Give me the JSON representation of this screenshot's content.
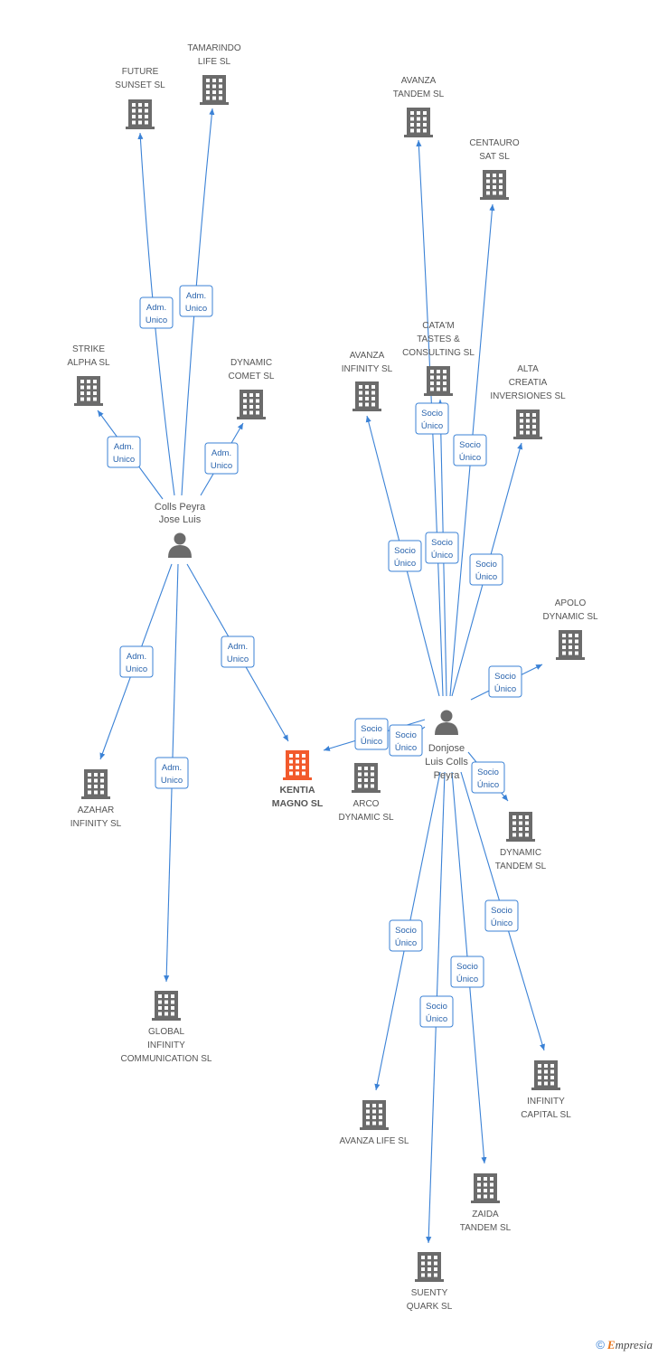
{
  "colors": {
    "edge": "#3b82d6",
    "company": "#6b6b6b",
    "focus": "#f25a2c",
    "person": "#6b6b6b"
  },
  "people": [
    {
      "id": "p1",
      "name": [
        "Colls Peyra",
        "Jose Luis"
      ]
    },
    {
      "id": "p2",
      "name": [
        "Donjose",
        "Luis Colls",
        "Peyra"
      ]
    }
  ],
  "companies": [
    {
      "id": "future",
      "name": [
        "FUTURE",
        "SUNSET SL"
      ]
    },
    {
      "id": "tamarindo",
      "name": [
        "TAMARINDO",
        "LIFE SL"
      ]
    },
    {
      "id": "strike",
      "name": [
        "STRIKE",
        "ALPHA SL"
      ]
    },
    {
      "id": "dyncomet",
      "name": [
        "DYNAMIC",
        "COMET SL"
      ]
    },
    {
      "id": "azahar",
      "name": [
        "AZAHAR",
        "INFINITY SL"
      ]
    },
    {
      "id": "kentia",
      "name": [
        "KENTIA",
        "MAGNO SL"
      ],
      "focus": true
    },
    {
      "id": "global",
      "name": [
        "GLOBAL",
        "INFINITY",
        "COMMUNICATION SL"
      ]
    },
    {
      "id": "avtandem",
      "name": [
        "AVANZA",
        "TANDEM SL"
      ]
    },
    {
      "id": "centauro",
      "name": [
        "CENTAURO",
        "SAT SL"
      ]
    },
    {
      "id": "catam",
      "name": [
        "CATA'M",
        "TASTES &",
        "CONSULTING  SL"
      ]
    },
    {
      "id": "avinfinity",
      "name": [
        "AVANZA",
        "INFINITY SL"
      ]
    },
    {
      "id": "alta",
      "name": [
        "ALTA",
        "CREATIA",
        "INVERSIONES SL"
      ]
    },
    {
      "id": "apolo",
      "name": [
        "APOLO",
        "DYNAMIC SL"
      ]
    },
    {
      "id": "arco",
      "name": [
        "ARCO",
        "DYNAMIC SL"
      ]
    },
    {
      "id": "dyntandem",
      "name": [
        "DYNAMIC",
        "TANDEM SL"
      ]
    },
    {
      "id": "avlife",
      "name": [
        "AVANZA LIFE SL"
      ]
    },
    {
      "id": "infcapital",
      "name": [
        "INFINITY",
        "CAPITAL SL"
      ]
    },
    {
      "id": "zaida",
      "name": [
        "ZAIDA",
        "TANDEM SL"
      ]
    },
    {
      "id": "suenty",
      "name": [
        "SUENTY",
        "QUARK SL"
      ]
    }
  ],
  "edges": [
    {
      "from": "p1",
      "to": "future",
      "label": [
        "Adm.",
        "Unico"
      ]
    },
    {
      "from": "p1",
      "to": "tamarindo",
      "label": [
        "Adm.",
        "Unico"
      ]
    },
    {
      "from": "p1",
      "to": "strike",
      "label": [
        "Adm.",
        "Unico"
      ]
    },
    {
      "from": "p1",
      "to": "dyncomet",
      "label": [
        "Adm.",
        "Unico"
      ]
    },
    {
      "from": "p1",
      "to": "azahar",
      "label": [
        "Adm.",
        "Unico"
      ]
    },
    {
      "from": "p1",
      "to": "kentia",
      "label": [
        "Adm.",
        "Unico"
      ]
    },
    {
      "from": "p1",
      "to": "global",
      "label": [
        "Adm.",
        "Unico"
      ]
    },
    {
      "from": "p2",
      "to": "avtandem",
      "label": [
        "Socio",
        "Único"
      ]
    },
    {
      "from": "p2",
      "to": "centauro",
      "label": [
        "Socio",
        "Único"
      ]
    },
    {
      "from": "p2",
      "to": "catam",
      "label": [
        "Socio",
        "Único"
      ]
    },
    {
      "from": "p2",
      "to": "avinfinity",
      "label": [
        "Socio",
        "Único"
      ]
    },
    {
      "from": "p2",
      "to": "alta",
      "label": [
        "Socio",
        "Único"
      ]
    },
    {
      "from": "p2",
      "to": "apolo",
      "label": [
        "Socio",
        "Único"
      ]
    },
    {
      "from": "p2",
      "to": "kentia",
      "label": [
        "Socio",
        "Único"
      ]
    },
    {
      "from": "p2",
      "to": "arco",
      "label": [
        "Socio",
        "Único"
      ]
    },
    {
      "from": "p2",
      "to": "dyntandem",
      "label": [
        "Socio",
        "Único"
      ]
    },
    {
      "from": "p2",
      "to": "avlife",
      "label": [
        "Socio",
        "Único"
      ]
    },
    {
      "from": "p2",
      "to": "infcapital",
      "label": [
        "Socio",
        "Único"
      ]
    },
    {
      "from": "p2",
      "to": "zaida",
      "label": [
        "Socio",
        "Único"
      ]
    },
    {
      "from": "p2",
      "to": "suenty",
      "label": [
        "Socio",
        "Único"
      ]
    }
  ],
  "footer": {
    "copyright": "©",
    "brand_initial": "E",
    "brand_rest": "mpresia"
  }
}
